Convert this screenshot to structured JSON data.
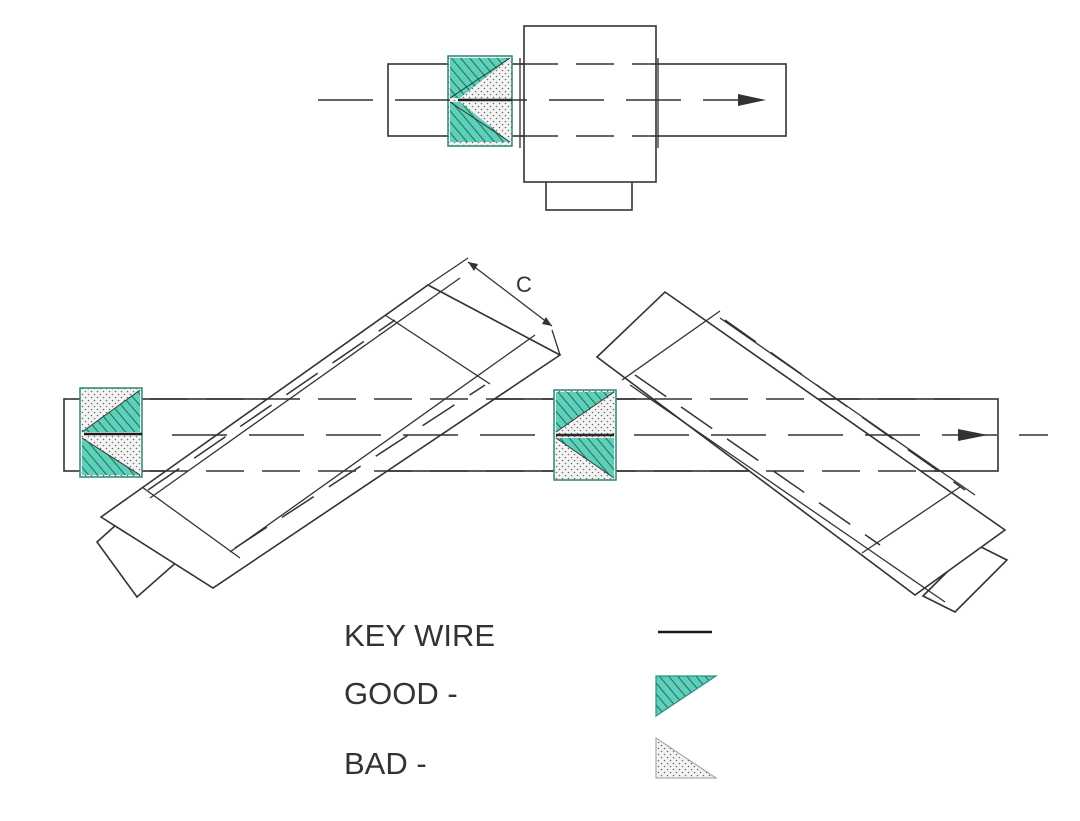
{
  "diagram": {
    "dimension_label": "C",
    "legend": {
      "key_wire_label": "KEY WIRE",
      "good_label": "GOOD -",
      "bad_label": "BAD -"
    },
    "colors": {
      "good_fill": "#5fd0b8",
      "good_hatch": "#1f6b66",
      "bad_fill": "#f3f3f3",
      "bad_dots": "#6a6a6a",
      "line": "#333333",
      "key_wire": "#1a1a1a"
    }
  }
}
